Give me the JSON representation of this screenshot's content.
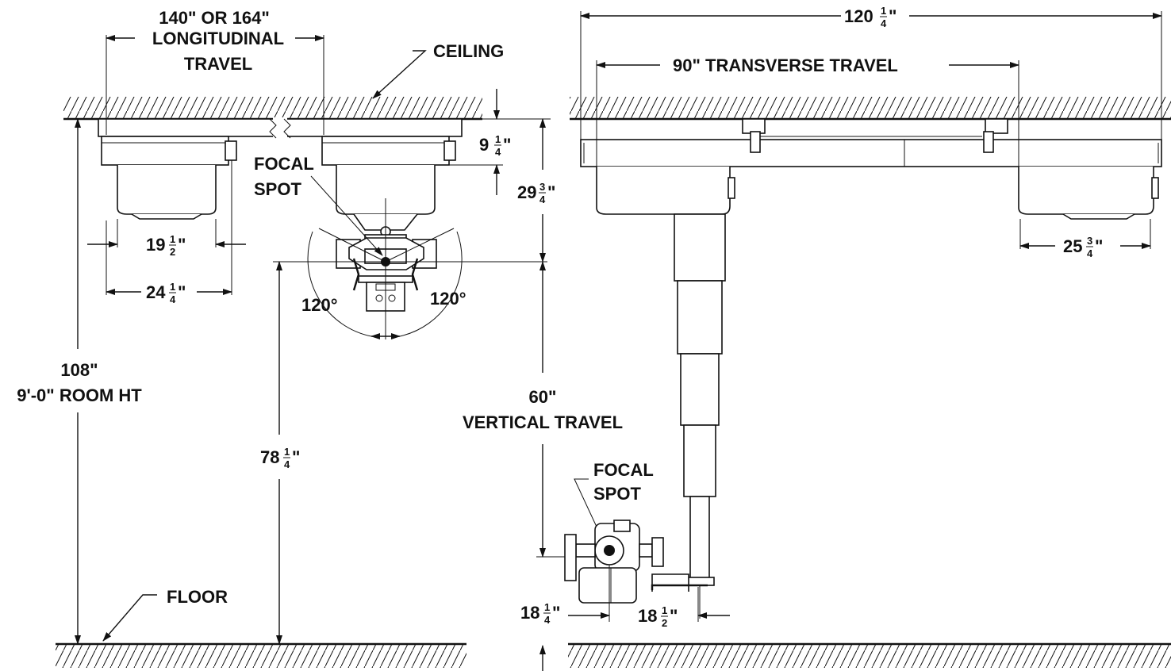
{
  "labels": {
    "longitudinal_travel_1": "140\" OR 164\"",
    "longitudinal_travel_2": "LONGITUDINAL",
    "longitudinal_travel_3": "TRAVEL",
    "ceiling": "CEILING",
    "floor": "FLOOR",
    "focal_spot_1": "FOCAL",
    "focal_spot_2": "SPOT",
    "room_height_1": "108\"",
    "room_height_2": "9'-0\" ROOM HT",
    "vertical_travel_1": "60\"",
    "vertical_travel_2": "VERTICAL TRAVEL",
    "transverse_travel": "90\" TRANSVERSE TRAVEL",
    "angle_left": "120°",
    "angle_right": "120°"
  },
  "dimensions": {
    "d9": {
      "whole": "9",
      "num": "1",
      "den": "4",
      "unit": "\""
    },
    "d29": {
      "whole": "29",
      "num": "3",
      "den": "4",
      "unit": "\""
    },
    "d19": {
      "whole": "19",
      "num": "1",
      "den": "2",
      "unit": "\""
    },
    "d24": {
      "whole": "24",
      "num": "1",
      "den": "4",
      "unit": "\""
    },
    "d78": {
      "whole": "78",
      "num": "1",
      "den": "4",
      "unit": "\""
    },
    "d120": {
      "whole": "120",
      "num": "1",
      "den": "4",
      "unit": "\""
    },
    "d25": {
      "whole": "25",
      "num": "3",
      "den": "4",
      "unit": "\""
    },
    "d18a": {
      "whole": "18",
      "num": "1",
      "den": "4",
      "unit": "\""
    },
    "d18b": {
      "whole": "18",
      "num": "1",
      "den": "2",
      "unit": "\""
    }
  },
  "colors": {
    "ink": "#111111",
    "paper": "#ffffff"
  }
}
